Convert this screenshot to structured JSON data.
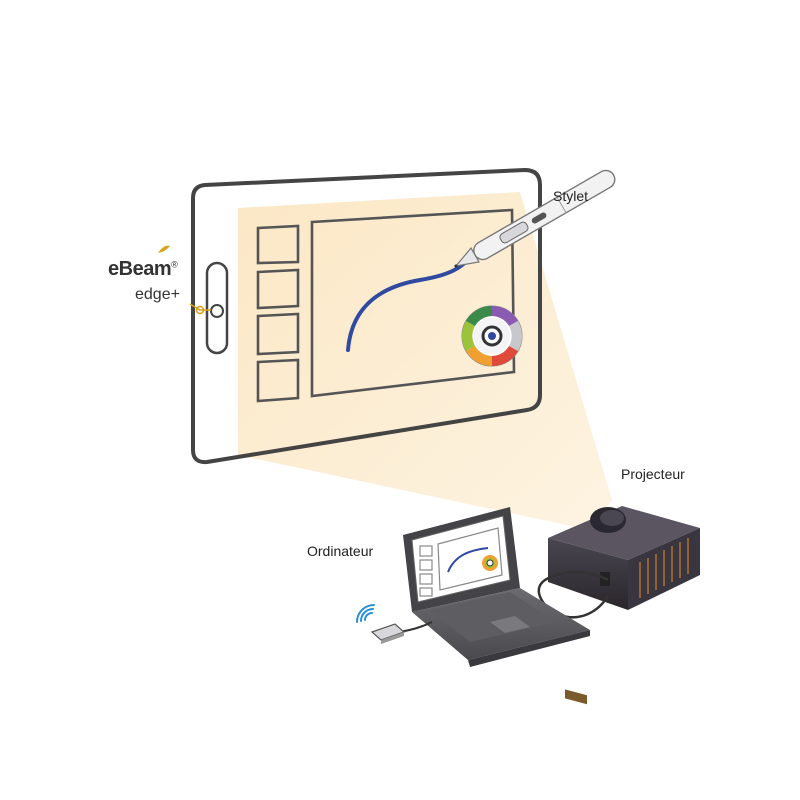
{
  "labels": {
    "stylus": "Stylet",
    "projector": "Projecteur",
    "computer": "Ordinateur"
  },
  "brand": {
    "name": "eBeam",
    "model": "edge+",
    "trademark": "®"
  },
  "colors": {
    "projection": "#fbe8c8",
    "board_outline": "#444444",
    "pen_stroke": "#2f4aa0",
    "device_dark": "#3a3a3f",
    "laptop": "#5a5a5e",
    "accent": "#d8a21a"
  },
  "icons": {
    "wifi": "wifi-icon",
    "color_wheel": "color-wheel-icon"
  }
}
